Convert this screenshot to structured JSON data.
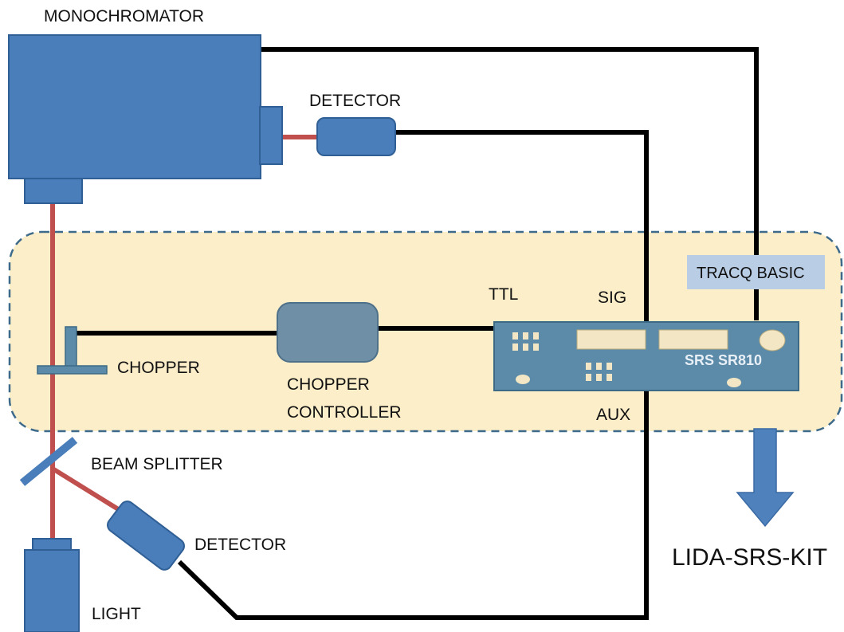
{
  "labels": {
    "monochromator": "MONOCHROMATOR",
    "detector_top": "DETECTOR",
    "tracq": "TRACQ BASIC",
    "ttl": "TTL",
    "sig": "SIG",
    "chopper": "CHOPPER",
    "chopper_controller_line1": "CHOPPER",
    "chopper_controller_line2": "CONTROLLER",
    "srs": "SRS SR810",
    "aux": "AUX",
    "beam_splitter": "BEAM SPLITTER",
    "detector_bottom": "DETECTOR",
    "light": "LIGHT",
    "kit": "LIDA-SRS-KIT"
  },
  "colors": {
    "device_blue": "#4a7ebb",
    "device_stroke": "#2f5f95",
    "lockin_teal": "#5b8ba8",
    "lockin_stroke": "#3d6a85",
    "controller_gray": "#6e8fa6",
    "panel_fill": "#fbeec9",
    "panel_border": "#3d6a8a",
    "beam_red": "#c0504d",
    "beam_orange": "#d97847",
    "cable_black": "#000000",
    "tracq_box": "#b9cde5",
    "display_fill": "#f2e6c4",
    "arrow_blue": "#4f81bd"
  }
}
